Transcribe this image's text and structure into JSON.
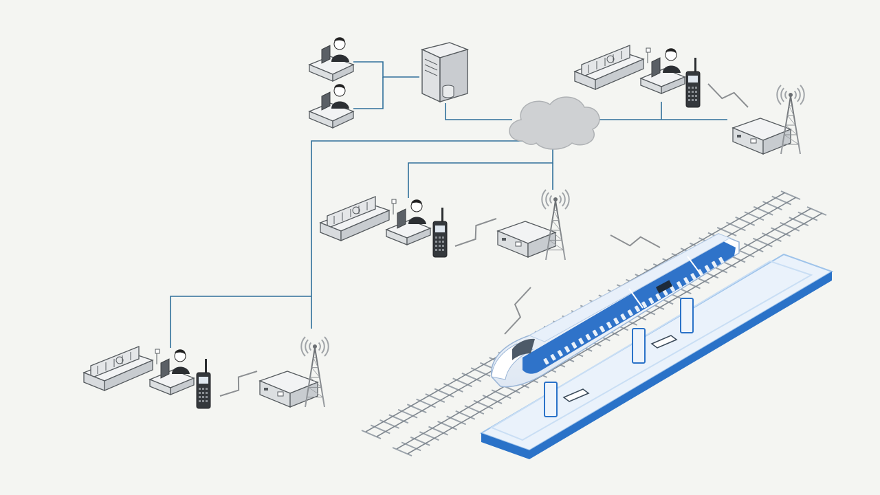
{
  "diagram": {
    "type": "network-topology",
    "colors": {
      "background": "#f4f5f2",
      "link": "#2f6f9a",
      "device_fill": "#e9ebec",
      "device_stroke": "#555a5e",
      "signal": "#8c8f92",
      "train_blue": "#2f73c9",
      "train_body": "#f5f8fc",
      "platform_blue": "#2a72c8",
      "rail": "#9aa2aa",
      "cloud": "#cfd1d3"
    },
    "icons": [
      "dispatcher-icon",
      "server-icon",
      "cloud-icon",
      "control-desk-icon",
      "handheld-radio-icon",
      "base-station-icon",
      "radio-tower-icon",
      "wireless-signal-icon",
      "high-speed-train-icon",
      "railway-track-icon",
      "station-platform-icon",
      "platform-bench-icon",
      "info-kiosk-icon"
    ],
    "nodes": [
      {
        "id": "dispatcher-1",
        "kind": "dispatcher"
      },
      {
        "id": "dispatcher-2",
        "kind": "dispatcher"
      },
      {
        "id": "server",
        "kind": "server"
      },
      {
        "id": "network-cloud",
        "kind": "cloud"
      },
      {
        "id": "control-center-top-right",
        "kind": "control-desk"
      },
      {
        "id": "control-center-middle",
        "kind": "control-desk"
      },
      {
        "id": "control-center-bottom-left",
        "kind": "control-desk"
      },
      {
        "id": "base-station-top-right",
        "kind": "base-station"
      },
      {
        "id": "base-station-middle",
        "kind": "base-station"
      },
      {
        "id": "base-station-bottom",
        "kind": "base-station"
      },
      {
        "id": "train",
        "kind": "high-speed-train"
      },
      {
        "id": "platform",
        "kind": "station-platform"
      }
    ],
    "links": [
      {
        "from": "dispatcher-1",
        "to": "server"
      },
      {
        "from": "dispatcher-2",
        "to": "server"
      },
      {
        "from": "server",
        "to": "network-cloud"
      },
      {
        "from": "network-cloud",
        "to": "control-center-top-right"
      },
      {
        "from": "network-cloud",
        "to": "base-station-top-right"
      },
      {
        "from": "network-cloud",
        "to": "control-center-middle"
      },
      {
        "from": "network-cloud",
        "to": "base-station-middle"
      },
      {
        "from": "network-cloud",
        "to": "control-center-bottom-left"
      },
      {
        "from": "network-cloud",
        "to": "base-station-bottom"
      }
    ],
    "wireless_links": [
      {
        "from": "handheld-radio-top-right",
        "to": "base-station-top-right"
      },
      {
        "from": "handheld-radio-middle",
        "to": "base-station-middle"
      },
      {
        "from": "handheld-radio-bottom",
        "to": "base-station-bottom"
      },
      {
        "from": "base-station-middle",
        "to": "train"
      }
    ]
  }
}
